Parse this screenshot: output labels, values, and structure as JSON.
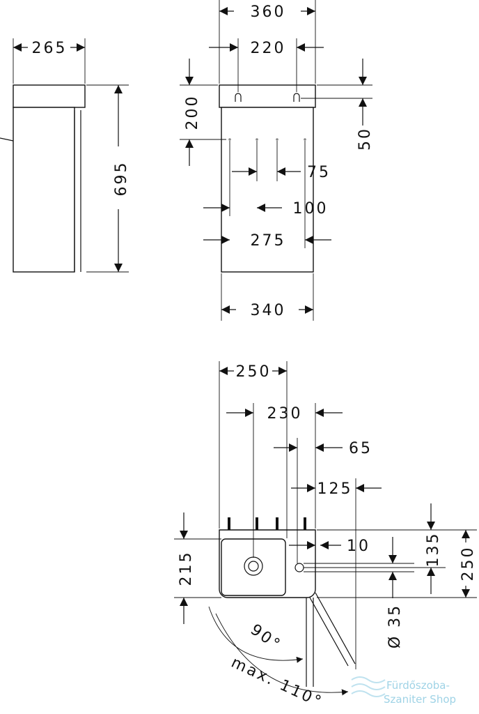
{
  "side_view": {
    "width": "265",
    "height": "695"
  },
  "front_view": {
    "top_width": "360",
    "hole_spacing": "220",
    "top_height": "200",
    "rim": "50",
    "d75": "75",
    "d100": "100",
    "d275": "275",
    "bottom_width": "340"
  },
  "top_view": {
    "w250": "250",
    "w230": "230",
    "d65": "65",
    "d125": "125",
    "d10": "10",
    "h215": "215",
    "h135": "135",
    "h250": "250",
    "dia35": "Ø 35",
    "angle90": "90°",
    "angle_max": "max. 110°"
  },
  "watermark": {
    "line1": "Fürdőszoba-",
    "line2": "Szaniter Shop"
  }
}
